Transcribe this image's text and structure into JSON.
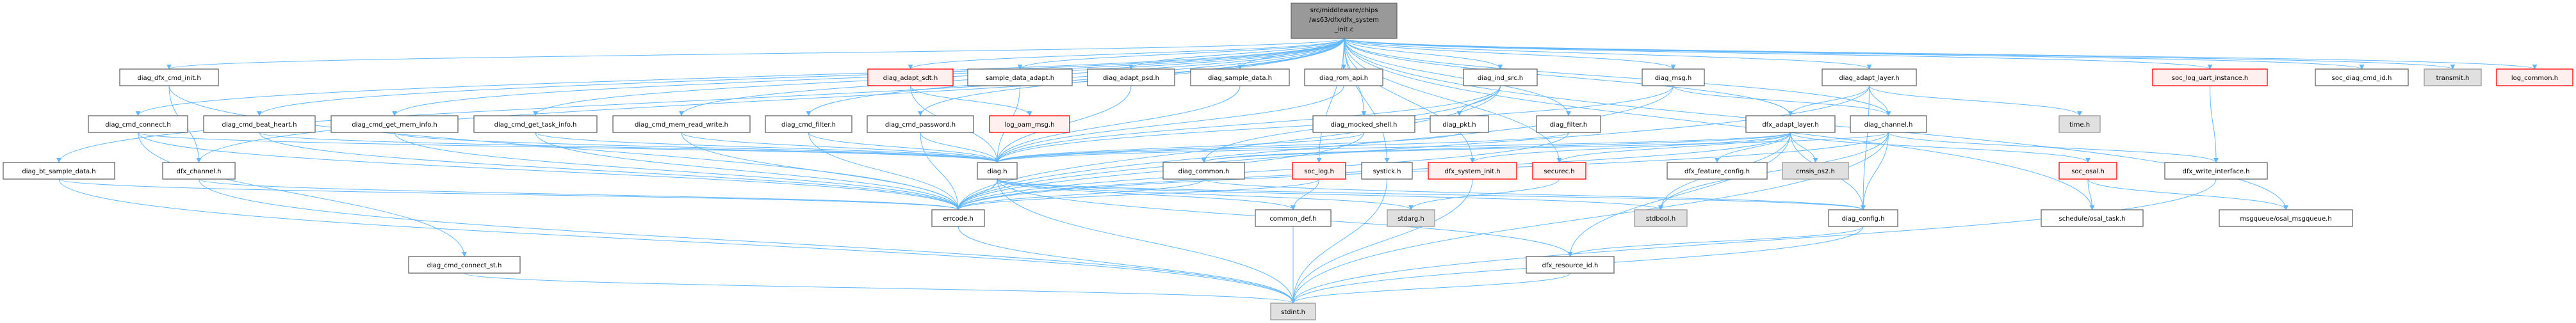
{
  "graph": {
    "type": "include-dependency-graph",
    "colors": {
      "edge": "#63b8ff",
      "root_fill": "#999999",
      "normal_fill": "#ffffff",
      "normal_border": "#666666",
      "red_fill": "#fff0f0",
      "red_border": "#ff0000",
      "system_fill": "#e0e0e0",
      "system_border": "#999999"
    },
    "nodes": [
      {
        "id": "root",
        "label": [
          "src/middleware/chips",
          "/ws63/dfx/dfx_system",
          "_init.c"
        ],
        "style": "root"
      },
      {
        "id": "diag_dfx_cmd_init",
        "label": [
          "diag_dfx_cmd_init.h"
        ],
        "style": "normal"
      },
      {
        "id": "diag_adapt_sdt",
        "label": [
          "diag_adapt_sdt.h"
        ],
        "style": "red"
      },
      {
        "id": "sample_data_adapt",
        "label": [
          "sample_data_adapt.h"
        ],
        "style": "normal"
      },
      {
        "id": "diag_adapt_psd",
        "label": [
          "diag_adapt_psd.h"
        ],
        "style": "normal"
      },
      {
        "id": "diag_sample_data",
        "label": [
          "diag_sample_data.h"
        ],
        "style": "normal"
      },
      {
        "id": "diag_rom_api",
        "label": [
          "diag_rom_api.h"
        ],
        "style": "normal"
      },
      {
        "id": "diag_ind_src",
        "label": [
          "diag_ind_src.h"
        ],
        "style": "normal"
      },
      {
        "id": "diag_msg",
        "label": [
          "diag_msg.h"
        ],
        "style": "normal"
      },
      {
        "id": "diag_adapt_layer",
        "label": [
          "diag_adapt_layer.h"
        ],
        "style": "normal"
      },
      {
        "id": "soc_log_uart_instance",
        "label": [
          "soc_log_uart_instance.h"
        ],
        "style": "red"
      },
      {
        "id": "soc_diag_cmd_id",
        "label": [
          "soc_diag_cmd_id.h"
        ],
        "style": "normal"
      },
      {
        "id": "transmit",
        "label": [
          "transmit.h"
        ],
        "style": "system"
      },
      {
        "id": "log_common",
        "label": [
          "log_common.h"
        ],
        "style": "red"
      },
      {
        "id": "diag_cmd_connect",
        "label": [
          "diag_cmd_connect.h"
        ],
        "style": "normal"
      },
      {
        "id": "diag_cmd_beat_heart",
        "label": [
          "diag_cmd_beat_heart.h"
        ],
        "style": "normal"
      },
      {
        "id": "diag_cmd_get_mem_info",
        "label": [
          "diag_cmd_get_mem_info.h"
        ],
        "style": "normal"
      },
      {
        "id": "diag_cmd_get_task_info",
        "label": [
          "diag_cmd_get_task_info.h"
        ],
        "style": "normal"
      },
      {
        "id": "diag_cmd_mem_read_write",
        "label": [
          "diag_cmd_mem_read_write.h"
        ],
        "style": "normal"
      },
      {
        "id": "diag_cmd_filter",
        "label": [
          "diag_cmd_filter.h"
        ],
        "style": "normal"
      },
      {
        "id": "diag_cmd_password",
        "label": [
          "diag_cmd_password.h"
        ],
        "style": "normal"
      },
      {
        "id": "log_oam_msg",
        "label": [
          "log_oam_msg.h"
        ],
        "style": "red"
      },
      {
        "id": "diag_mocked_shell",
        "label": [
          "diag_mocked_shell.h"
        ],
        "style": "normal"
      },
      {
        "id": "diag_pkt",
        "label": [
          "diag_pkt.h"
        ],
        "style": "normal"
      },
      {
        "id": "diag_filter",
        "label": [
          "diag_filter.h"
        ],
        "style": "normal"
      },
      {
        "id": "dfx_adapt_layer",
        "label": [
          "dfx_adapt_layer.h"
        ],
        "style": "normal"
      },
      {
        "id": "diag_channel",
        "label": [
          "diag_channel.h"
        ],
        "style": "normal"
      },
      {
        "id": "time",
        "label": [
          "time.h"
        ],
        "style": "system"
      },
      {
        "id": "diag_bt_sample_data",
        "label": [
          "diag_bt_sample_data.h"
        ],
        "style": "normal"
      },
      {
        "id": "dfx_channel",
        "label": [
          "dfx_channel.h"
        ],
        "style": "normal"
      },
      {
        "id": "diag",
        "label": [
          "diag.h"
        ],
        "style": "normal"
      },
      {
        "id": "diag_common",
        "label": [
          "diag_common.h"
        ],
        "style": "normal"
      },
      {
        "id": "soc_log",
        "label": [
          "soc_log.h"
        ],
        "style": "red"
      },
      {
        "id": "systick",
        "label": [
          "systick.h"
        ],
        "style": "normal"
      },
      {
        "id": "dfx_system_init",
        "label": [
          "dfx_system_init.h"
        ],
        "style": "red"
      },
      {
        "id": "securec",
        "label": [
          "securec.h"
        ],
        "style": "red"
      },
      {
        "id": "dfx_feature_config",
        "label": [
          "dfx_feature_config.h"
        ],
        "style": "normal"
      },
      {
        "id": "cmsis_os2",
        "label": [
          "cmsis_os2.h"
        ],
        "style": "system"
      },
      {
        "id": "soc_osal",
        "label": [
          "soc_osal.h"
        ],
        "style": "red"
      },
      {
        "id": "dfx_write_interface",
        "label": [
          "dfx_write_interface.h"
        ],
        "style": "normal"
      },
      {
        "id": "errcode",
        "label": [
          "errcode.h"
        ],
        "style": "normal"
      },
      {
        "id": "common_def",
        "label": [
          "common_def.h"
        ],
        "style": "normal"
      },
      {
        "id": "stdarg",
        "label": [
          "stdarg.h"
        ],
        "style": "system"
      },
      {
        "id": "stdbool",
        "label": [
          "stdbool.h"
        ],
        "style": "system"
      },
      {
        "id": "diag_config",
        "label": [
          "diag_config.h"
        ],
        "style": "normal"
      },
      {
        "id": "schedule_osal_task",
        "label": [
          "schedule/osal_task.h"
        ],
        "style": "normal"
      },
      {
        "id": "msgqueue_osal_msgqueue",
        "label": [
          "msgqueue/osal_msgqueue.h"
        ],
        "style": "normal"
      },
      {
        "id": "diag_cmd_connect_st",
        "label": [
          "diag_cmd_connect_st.h"
        ],
        "style": "normal"
      },
      {
        "id": "dfx_resource_id",
        "label": [
          "dfx_resource_id.h"
        ],
        "style": "normal"
      },
      {
        "id": "stdint",
        "label": [
          "stdint.h"
        ],
        "style": "system"
      }
    ],
    "edges": [
      [
        "root",
        "diag_dfx_cmd_init"
      ],
      [
        "root",
        "diag_adapt_sdt"
      ],
      [
        "root",
        "sample_data_adapt"
      ],
      [
        "root",
        "diag_adapt_psd"
      ],
      [
        "root",
        "diag_sample_data"
      ],
      [
        "root",
        "diag_rom_api"
      ],
      [
        "root",
        "diag_ind_src"
      ],
      [
        "root",
        "diag_msg"
      ],
      [
        "root",
        "diag_adapt_layer"
      ],
      [
        "root",
        "soc_log_uart_instance"
      ],
      [
        "root",
        "soc_diag_cmd_id"
      ],
      [
        "root",
        "transmit"
      ],
      [
        "root",
        "log_common"
      ],
      [
        "root",
        "diag_cmd_connect"
      ],
      [
        "root",
        "diag_cmd_beat_heart"
      ],
      [
        "root",
        "diag_cmd_get_mem_info"
      ],
      [
        "root",
        "diag_cmd_get_task_info"
      ],
      [
        "root",
        "diag_cmd_mem_read_write"
      ],
      [
        "root",
        "diag_cmd_filter"
      ],
      [
        "root",
        "diag_cmd_password"
      ],
      [
        "root",
        "diag_mocked_shell"
      ],
      [
        "root",
        "diag_filter"
      ],
      [
        "root",
        "dfx_adapt_layer"
      ],
      [
        "root",
        "diag_channel"
      ],
      [
        "root",
        "diag_bt_sample_data"
      ],
      [
        "root",
        "dfx_channel"
      ],
      [
        "root",
        "soc_log"
      ],
      [
        "root",
        "systick"
      ],
      [
        "root",
        "dfx_system_init"
      ],
      [
        "root",
        "securec"
      ],
      [
        "root",
        "schedule_osal_task"
      ],
      [
        "root",
        "msgqueue_osal_msgqueue"
      ],
      [
        "diag_dfx_cmd_init",
        "dfx_channel"
      ],
      [
        "diag_dfx_cmd_init",
        "errcode"
      ],
      [
        "diag_cmd_connect",
        "diag"
      ],
      [
        "diag_cmd_connect",
        "errcode"
      ],
      [
        "diag_cmd_connect",
        "diag_cmd_connect_st"
      ],
      [
        "diag_cmd_beat_heart",
        "diag"
      ],
      [
        "diag_cmd_beat_heart",
        "errcode"
      ],
      [
        "diag_cmd_get_mem_info",
        "diag"
      ],
      [
        "diag_cmd_get_mem_info",
        "errcode"
      ],
      [
        "diag_cmd_get_task_info",
        "diag"
      ],
      [
        "diag_cmd_get_task_info",
        "errcode"
      ],
      [
        "diag_cmd_mem_read_write",
        "diag"
      ],
      [
        "diag_cmd_mem_read_write",
        "errcode"
      ],
      [
        "diag_cmd_filter",
        "diag"
      ],
      [
        "diag_cmd_filter",
        "errcode"
      ],
      [
        "diag_cmd_password",
        "diag"
      ],
      [
        "diag_cmd_password",
        "errcode"
      ],
      [
        "diag_adapt_sdt",
        "log_oam_msg"
      ],
      [
        "diag_adapt_sdt",
        "diag"
      ],
      [
        "sample_data_adapt",
        "diag"
      ],
      [
        "diag_adapt_psd",
        "diag"
      ],
      [
        "diag_sample_data",
        "diag"
      ],
      [
        "diag_rom_api",
        "diag"
      ],
      [
        "diag_mocked_shell",
        "diag"
      ],
      [
        "diag_mocked_shell",
        "errcode"
      ],
      [
        "diag_ind_src",
        "diag_pkt"
      ],
      [
        "diag_ind_src",
        "diag"
      ],
      [
        "diag_ind_src",
        "errcode"
      ],
      [
        "diag_ind_src",
        "diag_common"
      ],
      [
        "diag_pkt",
        "diag"
      ],
      [
        "diag_filter",
        "diag"
      ],
      [
        "diag_filter",
        "errcode"
      ],
      [
        "diag_msg",
        "diag"
      ],
      [
        "diag_msg",
        "diag_channel"
      ],
      [
        "diag_msg",
        "errcode"
      ],
      [
        "diag_adapt_layer",
        "dfx_adapt_layer"
      ],
      [
        "diag_adapt_layer",
        "diag_channel"
      ],
      [
        "diag_adapt_layer",
        "time"
      ],
      [
        "diag_adapt_layer",
        "diag_config"
      ],
      [
        "diag_adapt_layer",
        "errcode"
      ],
      [
        "dfx_adapt_layer",
        "dfx_feature_config"
      ],
      [
        "dfx_adapt_layer",
        "cmsis_os2"
      ],
      [
        "dfx_adapt_layer",
        "diag_config"
      ],
      [
        "dfx_adapt_layer",
        "stdbool"
      ],
      [
        "dfx_adapt_layer",
        "errcode"
      ],
      [
        "dfx_adapt_layer",
        "diag"
      ],
      [
        "dfx_adapt_layer",
        "soc_osal"
      ],
      [
        "dfx_adapt_layer",
        "dfx_resource_id"
      ],
      [
        "dfx_adapt_layer",
        "diag_common"
      ],
      [
        "dfx_adapt_layer",
        "securec"
      ],
      [
        "dfx_adapt_layer",
        "dfx_system_init"
      ],
      [
        "diag_channel",
        "diag_config"
      ],
      [
        "diag_channel",
        "stdbool"
      ],
      [
        "diag_channel",
        "errcode"
      ],
      [
        "diag_channel",
        "stdint"
      ],
      [
        "diag_channel",
        "dfx_write_interface"
      ],
      [
        "diag_channel",
        "diag_common"
      ],
      [
        "soc_log_uart_instance",
        "dfx_write_interface"
      ],
      [
        "dfx_write_interface",
        "stdint"
      ],
      [
        "soc_osal",
        "schedule_osal_task"
      ],
      [
        "soc_osal",
        "msgqueue_osal_msgqueue"
      ],
      [
        "diag_bt_sample_data",
        "errcode"
      ],
      [
        "diag_bt_sample_data",
        "stdint"
      ],
      [
        "dfx_channel",
        "errcode"
      ],
      [
        "dfx_channel",
        "stdint"
      ],
      [
        "diag",
        "errcode"
      ],
      [
        "diag",
        "stdint"
      ],
      [
        "diag",
        "common_def"
      ],
      [
        "diag",
        "stdarg"
      ],
      [
        "diag",
        "diag_config"
      ],
      [
        "diag",
        "dfx_resource_id"
      ],
      [
        "diag",
        "stdbool"
      ],
      [
        "diag_common",
        "errcode"
      ],
      [
        "diag_common",
        "diag_config"
      ],
      [
        "soc_log",
        "common_def"
      ],
      [
        "soc_log",
        "errcode"
      ],
      [
        "systick",
        "stdint"
      ],
      [
        "dfx_system_init",
        "stdint"
      ],
      [
        "securec",
        "stdarg"
      ],
      [
        "errcode",
        "stdint"
      ],
      [
        "common_def",
        "stdint"
      ],
      [
        "diag_cmd_connect_st",
        "stdint"
      ],
      [
        "diag_config",
        "dfx_resource_id"
      ],
      [
        "diag_config",
        "stdint"
      ],
      [
        "dfx_resource_id",
        "stdint"
      ]
    ]
  }
}
